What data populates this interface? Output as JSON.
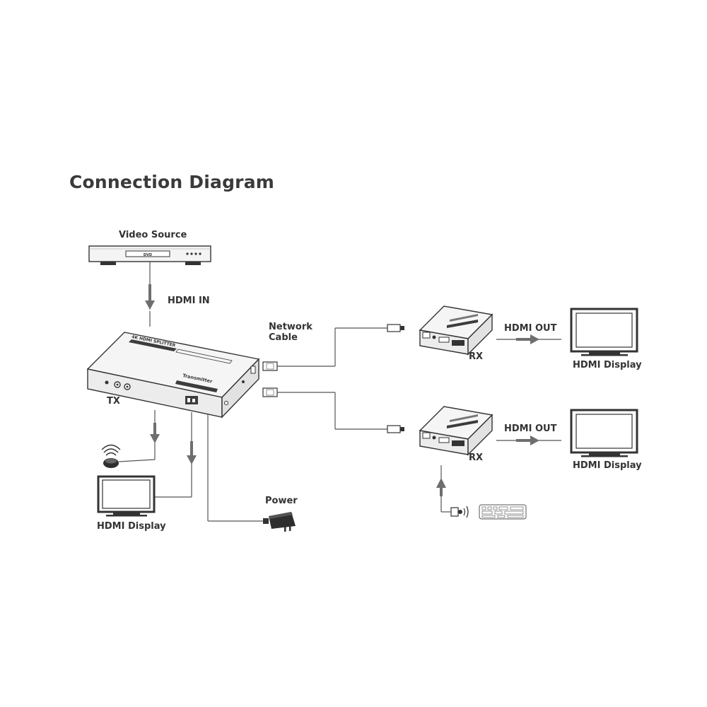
{
  "title": "Connection Diagram",
  "colors": {
    "ink": "#333333",
    "line": "#555555",
    "arrow": "#6e6e6e",
    "device_fill": "#f3f3f3",
    "device_dark": "#3c3c3c",
    "screen": "#ffffff"
  },
  "source": {
    "label": "Video Source",
    "slot_text": "DVD"
  },
  "links": {
    "hdmi_in": "HDMI IN",
    "network_cable": "Network",
    "network_cable_2": "Cable",
    "power": "Power"
  },
  "transmitter": {
    "label": "TX",
    "top_text": "4K HDMI SPLITTER",
    "front_text": "Transmitter"
  },
  "receivers": [
    {
      "label": "RX",
      "hdmi_out": "HDMI OUT",
      "display": "HDMI Display"
    },
    {
      "label": "RX",
      "hdmi_out": "HDMI OUT",
      "display": "HDMI Display"
    }
  ],
  "local_display": {
    "label": "HDMI Display"
  },
  "icons": {
    "ir_emitter": "wireless-signal-icon",
    "ir_receiver": "wireless-signal-icon",
    "power_adapter": "power-adapter-icon",
    "remote": "remote-control-icon"
  }
}
